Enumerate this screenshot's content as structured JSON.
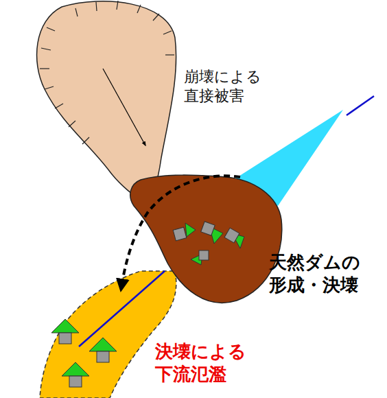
{
  "diagram": {
    "labels": [
      "崩壊による 直接被害",
      "天然ダムの 形成・決壊",
      "決壊による 下流氾濫"
    ]
  }
}
